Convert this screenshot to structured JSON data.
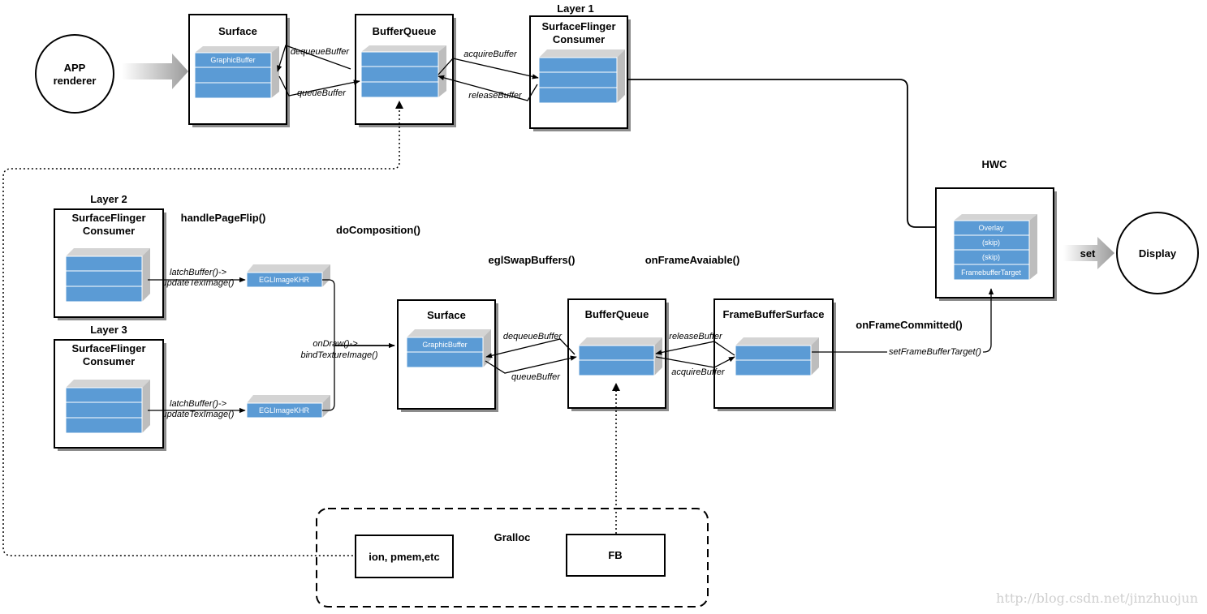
{
  "app_renderer": {
    "line1": "APP",
    "line2": "renderer"
  },
  "display": "Display",
  "set_label": "set",
  "top": {
    "surface_title": "Surface",
    "graphicbuffer": "GraphicBuffer",
    "bufferqueue_title": "BufferQueue",
    "layer1": "Layer 1",
    "sf_consumer_line1": "SurfaceFlinger",
    "sf_consumer_line2": "Consumer",
    "dequeue": "dequeueBuffer",
    "queue": "queueBuffer",
    "acquire": "acquireBuffer",
    "release": "releaseBuffer"
  },
  "hwc": {
    "title": "HWC",
    "items": [
      "Overlay",
      "(skip)",
      "(skip)",
      "FramebufferTarget"
    ]
  },
  "layers": {
    "layer2": "Layer 2",
    "layer3": "Layer 3",
    "consumer_line1": "SurfaceFlinger",
    "consumer_line2": "Consumer",
    "latch_line1": "latchBuffer()->",
    "latch_line2": "updateTexImage()",
    "eglimage": "EGLImageKHR"
  },
  "labels": {
    "handle_page_flip": "handlePageFlip()",
    "do_composition": "doComposition()",
    "egl_swap": "eglSwapBuffers()",
    "on_frame_available": "onFrameAvaiable()",
    "on_frame_committed": "onFrameCommitted()",
    "ondraw_line1": "onDraw()->",
    "ondraw_line2": "bindTextureImage()",
    "set_fb_target": "setFrameBufferTarget()"
  },
  "bottom": {
    "surface_title": "Surface",
    "graphicbuffer": "GraphicBuffer",
    "bufferqueue_title": "BufferQueue",
    "fbsurface_title": "FrameBufferSurface",
    "dequeue": "dequeueBuffer",
    "queue": "queueBuffer",
    "release": "releaseBuffer",
    "acquire": "acquireBuffer"
  },
  "gralloc": {
    "title": "Gralloc",
    "ion": "ion, pmem,etc",
    "fb": "FB"
  },
  "watermark": "http://blog.csdn.net/jinzhuojun"
}
